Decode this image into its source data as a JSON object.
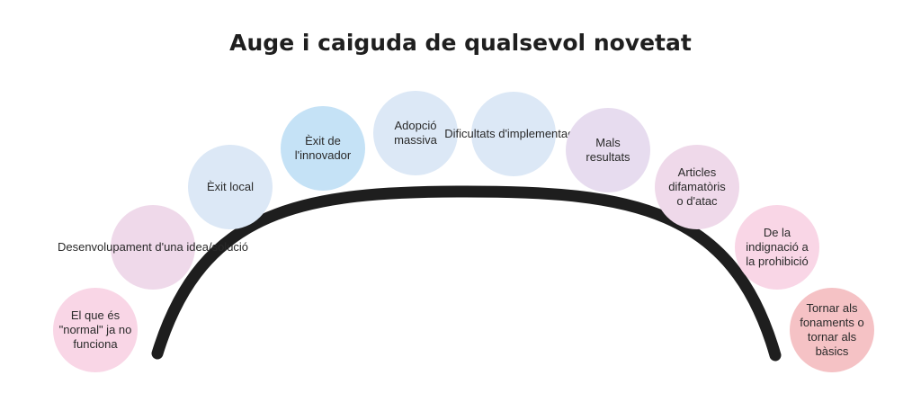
{
  "title": "Auge i caiguda de qualsevol novetat",
  "colors": {
    "arc": "#1e1e1e",
    "pink": "#f9d6e6",
    "mauve": "#efd9ea",
    "light_blue": "#dce8f6",
    "blue": "#c5e2f6",
    "lavender": "#e7dcef",
    "salmon": "#f5c2c5"
  },
  "stages": [
    {
      "label": "El que és\n\"normal\" ja no\nfunciona",
      "color": "#f9d6e6"
    },
    {
      "label": "Desenvolupament\nd'una idea/solució",
      "color": "#efd9ea"
    },
    {
      "label": "Èxit local",
      "color": "#dce8f6"
    },
    {
      "label": "Èxit de\nl'innovador",
      "color": "#c5e2f6"
    },
    {
      "label": "Adopció\nmassiva",
      "color": "#dce8f6"
    },
    {
      "label": "Dificultats\nd'implementació",
      "color": "#dce8f6"
    },
    {
      "label": "Mals\nresultats",
      "color": "#e7dcef"
    },
    {
      "label": "Articles\ndifamatòris\no d'atac",
      "color": "#efd9ea"
    },
    {
      "label": "De la\nindignació a\nla prohibició",
      "color": "#f9d6e6"
    },
    {
      "label": "Tornar als\nfonaments o\ntornar als\nbàsics",
      "color": "#f5c2c5"
    }
  ]
}
